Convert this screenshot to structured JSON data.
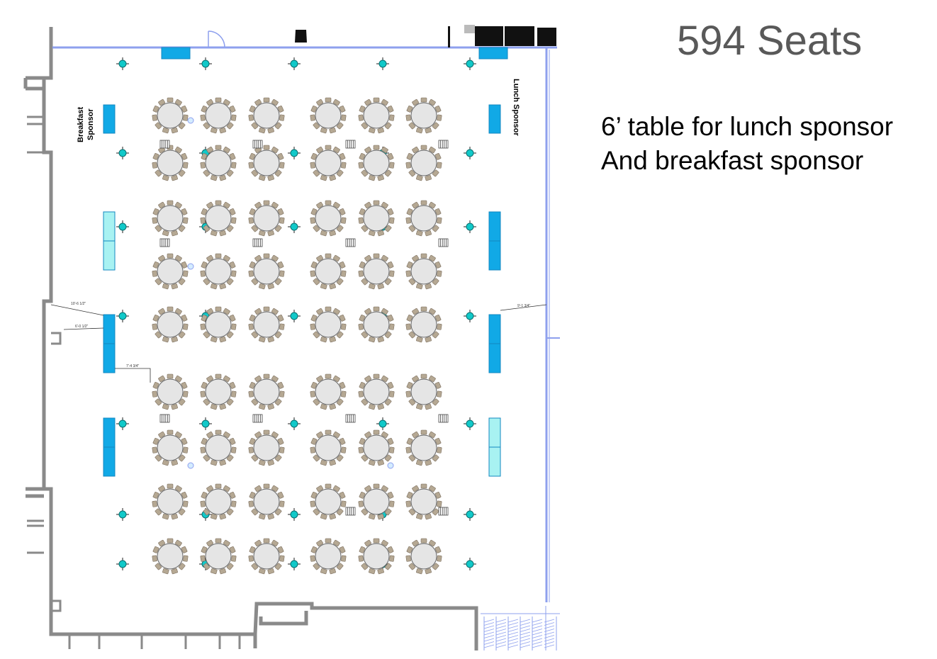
{
  "title": "594 Seats",
  "note": {
    "line1": "6’ table for lunch sponsor",
    "line2": "And breakfast sponsor"
  },
  "plan": {
    "labels": {
      "breakfast_line1": "Breakfast",
      "breakfast_line2": "Sponsor",
      "lunch": "Lunch Sponsor"
    },
    "dimensions": [
      "10'-6 1/2\"",
      "6'-0 1/2\"",
      "7'-4 3/4\"",
      "9'-1 3/4\""
    ],
    "round_tables": {
      "rows": 9,
      "tables_per_row": 6,
      "chairs_per_table": 11
    },
    "colors": {
      "wall": "#8a8a8a",
      "glass": "#8ea0ee",
      "sponsor_table": "#11a9e6",
      "sponsor_table_light": "#a8f2f2",
      "table_fill": "#e5e5e5",
      "chair": "#b5a893",
      "column_marker": "#11c9c9",
      "equipment": "#111111"
    }
  }
}
